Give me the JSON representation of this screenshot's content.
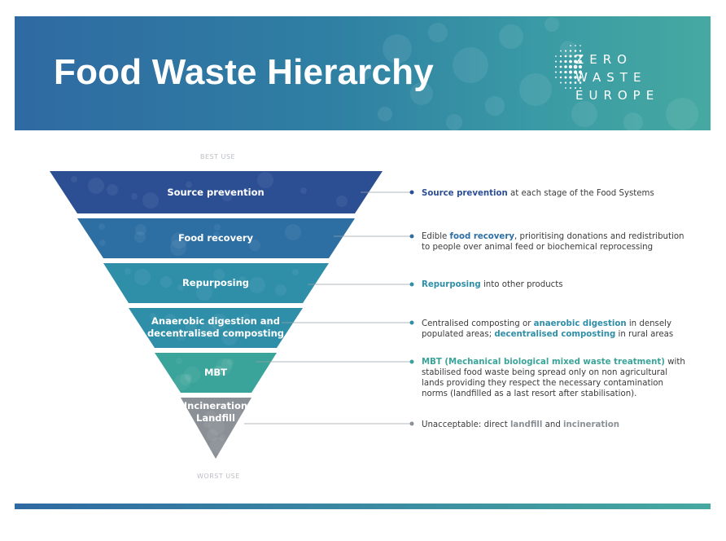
{
  "header": {
    "title": "Food Waste Hierarchy",
    "logo_lines": [
      "ZERO",
      "WASTE",
      "EUROPE"
    ]
  },
  "scale": {
    "top_label": "BEST USE",
    "bottom_label": "WORST USE"
  },
  "levels": [
    {
      "label_lines": [
        "Source prevention"
      ],
      "color": "#2c4f94",
      "desc": [
        {
          "t": "Source prevention",
          "b": true
        },
        {
          "t": " at each stage of the Food Systems",
          "b": false
        }
      ]
    },
    {
      "label_lines": [
        "Food recovery"
      ],
      "color": "#2d6fa3",
      "desc": [
        {
          "t": "Edible ",
          "b": false
        },
        {
          "t": "food recovery",
          "b": true
        },
        {
          "t": ", prioritising donations and redistribution to people over animal feed or biochemical reprocessing",
          "b": false
        }
      ]
    },
    {
      "label_lines": [
        "Repurposing"
      ],
      "color": "#2f8ea8",
      "desc": [
        {
          "t": "Repurposing",
          "b": true
        },
        {
          "t": " into other products",
          "b": false
        }
      ]
    },
    {
      "label_lines": [
        "Anaerobic digestion and",
        "decentralised composting"
      ],
      "color": "#2f8ea8",
      "desc": [
        {
          "t": "Centralised composting or ",
          "b": false
        },
        {
          "t": "anaerobic digestion",
          "b": true
        },
        {
          "t": " in densely populated areas; ",
          "b": false
        },
        {
          "t": "decentralised composting",
          "b": true
        },
        {
          "t": " in rural areas",
          "b": false
        }
      ]
    },
    {
      "label_lines": [
        "MBT"
      ],
      "color": "#3aa39a",
      "desc": [
        {
          "t": "MBT (Mechanical biological mixed waste treatment)",
          "b": true
        },
        {
          "t": " with stabilised food waste being spread only on non agricultural lands providing they respect the necessary contamination norms (landfilled as a last resort after stabilisation).",
          "b": false
        }
      ]
    },
    {
      "label_lines": [
        "Incineration",
        "Landfill"
      ],
      "color": "#8a9096",
      "desc": [
        {
          "t": "Unacceptable: direct ",
          "b": false
        },
        {
          "t": "landfill",
          "b": true
        },
        {
          "t": " and ",
          "b": false
        },
        {
          "t": "incineration",
          "b": true
        }
      ]
    }
  ]
}
